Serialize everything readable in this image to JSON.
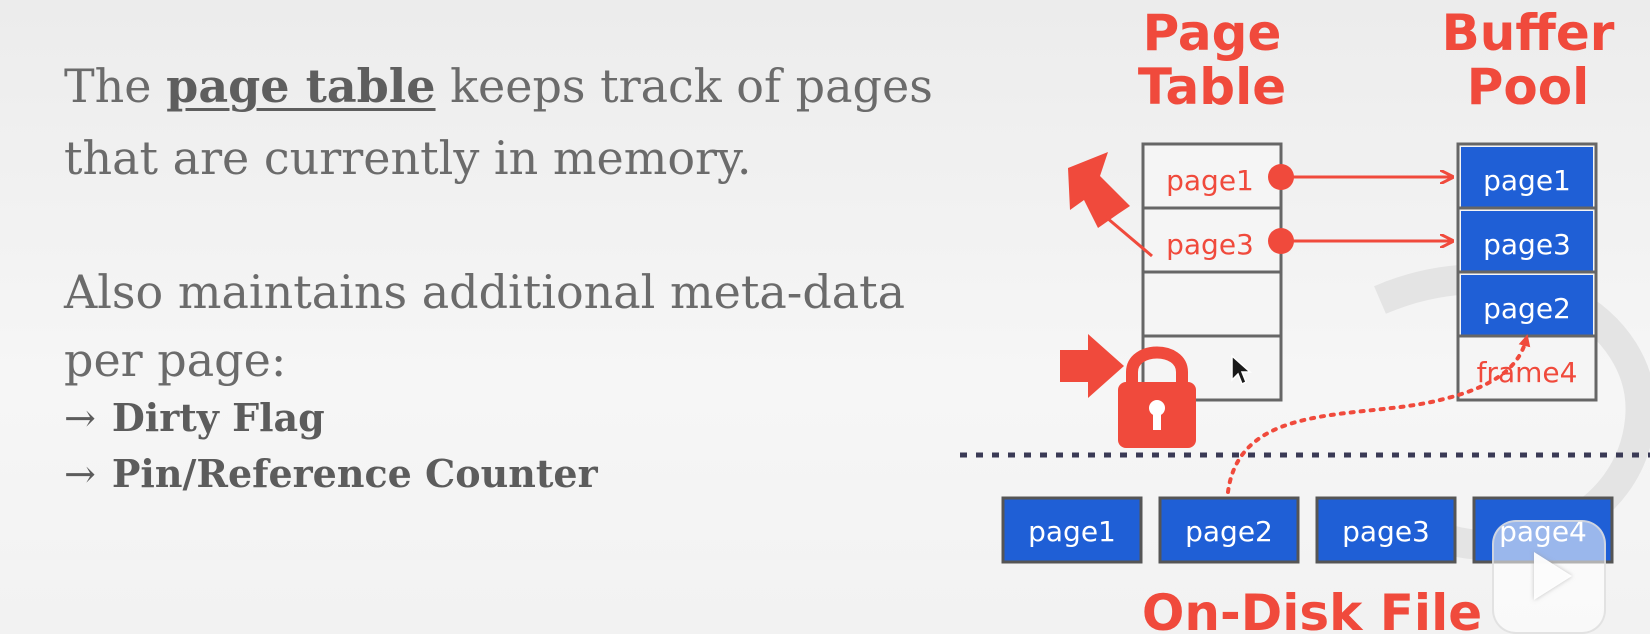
{
  "text": {
    "line1_pre": "The ",
    "line1_highlight": "page table",
    "line1_post": " keeps track of pages",
    "line2": "that are currently in memory.",
    "para2_line1": "Also maintains additional meta-data",
    "para2_line2": "per page:",
    "bullets": [
      {
        "arrow": "→",
        "label": "Dirty Flag"
      },
      {
        "arrow": "→",
        "label": "Pin/Reference Counter"
      }
    ]
  },
  "diagram": {
    "page_table_title": [
      "Page",
      "Table"
    ],
    "buffer_pool_title": [
      "Buffer",
      "Pool"
    ],
    "page_table_rows": [
      "page1",
      "page3",
      "",
      ""
    ],
    "buffer_pool_rows": [
      "page1",
      "page3",
      "page2",
      "frame4"
    ],
    "disk_pages": [
      "page1",
      "page2",
      "page3",
      "page4"
    ],
    "disk_title": "On-Disk File",
    "colors": {
      "accent_red": "#f04a3c",
      "page_blue": "#1f5fd6",
      "border_gray": "#666666"
    },
    "icons": [
      "pushpin-icon",
      "arrow-right-icon",
      "padlock-icon",
      "mouse-cursor-icon"
    ]
  },
  "player": {
    "icon": "play-icon"
  }
}
